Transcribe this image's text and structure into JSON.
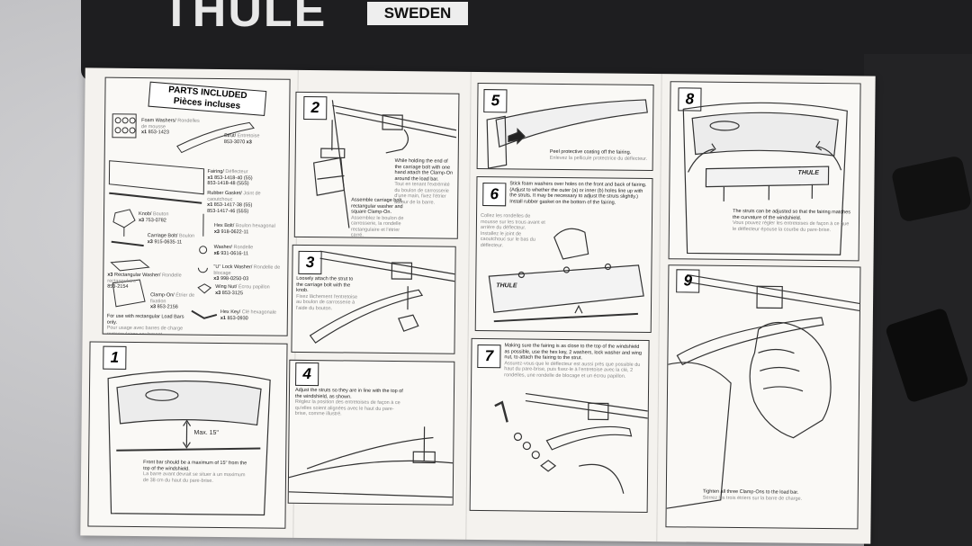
{
  "box": {
    "brand": "THULE",
    "country": "SWEDEN"
  },
  "parts": {
    "title": "PARTS INCLUDED",
    "title_fr": "Pièces incluses",
    "items": [
      {
        "qty": "x1",
        "name": "Foam Washers/",
        "name_fr": "Rondelles de mousse",
        "code": "853-1423"
      },
      {
        "qty": "x3",
        "name": "Strut/",
        "name_fr": "Entretoise",
        "code": "853-3070"
      },
      {
        "qty": "x1",
        "name": "Fairing/",
        "name_fr": "Déflecteur",
        "code": "853-1418-40 (55)",
        "code2": "853-1418-48 (55S)"
      },
      {
        "qty": "x1",
        "name": "Rubber Gasket/",
        "name_fr": "Joint de caoutchouc",
        "code": "853-1417-38 (55)",
        "code2": "853-1417-46 (55S)"
      },
      {
        "qty": "x3",
        "name": "Knob/",
        "name_fr": "Bouton",
        "code": "753-0782"
      },
      {
        "qty": "x3",
        "name": "Hex Bolt/",
        "name_fr": "Boulon hexagonal",
        "code": "918-0622-11"
      },
      {
        "qty": "x3",
        "name": "Carriage Bolt/",
        "name_fr": "Boulon",
        "code": "915-0635-11"
      },
      {
        "qty": "x6",
        "name": "Washer/",
        "name_fr": "Rondelle",
        "code": "931-0616-11"
      },
      {
        "qty": "x3",
        "name": "Rectangular Washer/",
        "name_fr": "Rondelle rectangulaire",
        "code": "853-2154"
      },
      {
        "qty": "x3",
        "name": "\"U\" Lock Washer/",
        "name_fr": "Rondelle de blocage",
        "code": "998-0250-03"
      },
      {
        "qty": "x3",
        "name": "Clamp-On/",
        "name_fr": "Étrier de fixation",
        "code": "853-2156"
      },
      {
        "qty": "x3",
        "name": "Wing Nut/",
        "name_fr": "Écrou papillon",
        "code": "853-3125"
      },
      {
        "qty": "x1",
        "name": "Hex Key/",
        "name_fr": "Clé hexagonale",
        "code": "853-0930"
      }
    ],
    "note": "For use with rectangular Load Bars only.",
    "note_fr": "Pour usage avec barres de charge rectangulaires seulement."
  },
  "steps": [
    {
      "n": "1",
      "en": "Front bar should be a maximum of 15\" from the top of the windshield.",
      "fr": "La barre avant devrait se situer à un maximum de 38 cm du haut du pare-brise.",
      "max_label": "Max. 15\""
    },
    {
      "n": "2",
      "en": "While holding the end of the carriage bolt with one hand attach the Clamp-On around the load bar.",
      "fr": "Tout en tenant l'extrémité du boulon de carrosserie d'une main, fixez l'étrier autour de la barre.",
      "en2": "Assemble carriage bolt, rectangular washer and square Clamp-On.",
      "fr2": "Assemblez le boulon de carrosserie, la rondelle rectangulaire et l'étrier carré."
    },
    {
      "n": "3",
      "en": "Loosely attach the strut to the carriage bolt with the knob.",
      "fr": "Fixez lâchement l'entretoise au boulon de carrosserie à l'aide du bouton."
    },
    {
      "n": "4",
      "en": "Adjust the struts so they are in line with the top of the windshield, as shown.",
      "fr": "Réglez la position des entretoises de façon à ce qu'elles soient alignées avec le haut du pare-brise, comme illustré."
    },
    {
      "n": "5",
      "en": "Peel protective coating off the fairing.",
      "fr": "Enlevez la pellicule protectrice du déflecteur."
    },
    {
      "n": "6",
      "en": "Stick foam washers over holes on the front and back of fairing. (Adjust to whether the outer (a) or inner (b) holes line up with the struts. It may be necessary to adjust the struts slightly.) Install rubber gasket on the bottom of the fairing.",
      "fr": "Collez les rondelles de mousse sur les trous avant et arrière du déflecteur. Installez le joint de caoutchouc sur le bas du déflecteur."
    },
    {
      "n": "7",
      "en": "Making sure the fairing is as close to the top of the windshield as possible, use the hex key, 2 washers, lock washer and wing nut, to attach the fairing to the strut.",
      "fr": "Assurez-vous que le déflecteur est aussi près que possible du haut du pare-brise, puis fixez-le à l'entretoise avec la clé, 2 rondelles, une rondelle de blocage et un écrou papillon."
    },
    {
      "n": "8",
      "en": "The struts can be adjusted so that the fairing matches the curvature of the windshield.",
      "fr": "Vous pouvez régler les entretoises de façon à ce que le déflecteur épouse la courbe du pare-brise."
    },
    {
      "n": "9",
      "en": "Tighten all three Clamp-Ons to the load bar.",
      "fr": "Serrez les trois étriers sur la barre de charge."
    }
  ],
  "labels": {
    "fairing_logo": "THULE"
  }
}
